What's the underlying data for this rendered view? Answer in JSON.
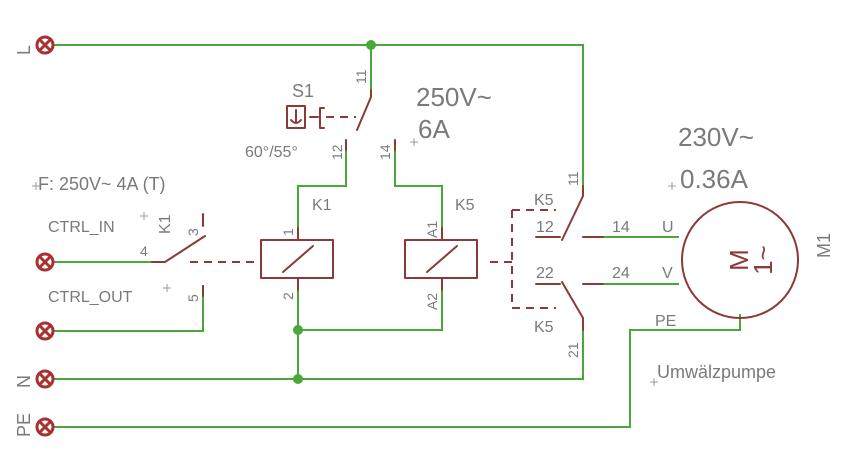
{
  "terminals": {
    "L": "L",
    "N": "N",
    "PE": "PE"
  },
  "labels": {
    "fuse": "F: 250V~ 4A (T)",
    "ctrl_in": "CTRL_IN",
    "ctrl_out": "CTRL_OUT",
    "k1_side": "K1",
    "s1": "S1",
    "thermostat": "60°/55°",
    "k1": "K1",
    "k5": "K5",
    "k5_top": "K5",
    "k5_bottom": "K5",
    "contact_rating_v": "250V~",
    "contact_rating_a": "6A",
    "motor_rating_v": "230V~",
    "motor_rating_a": "0.36A",
    "motor_name": "M1",
    "motor_symbol": "M",
    "motor_phase": "1~",
    "motor_u": "U",
    "motor_v": "V",
    "motor_pe": "PE",
    "pump": "Umwälzpumpe"
  },
  "pins": {
    "k1_in": "4",
    "k1_3": "3",
    "k1_5": "5",
    "s1_11": "11",
    "s1_12": "12",
    "s1_14": "14",
    "k1_coil_1": "1",
    "k1_coil_2": "2",
    "k5_a1": "A1",
    "k5_a2": "A2",
    "k5_11": "11",
    "k5_12": "12",
    "k5_14": "14",
    "k5_22": "22",
    "k5_24": "24",
    "k5_21": "21"
  },
  "colors": {
    "wire": "#4aa83a",
    "component": "#8b3a3a",
    "terminal": "#a83232",
    "text": "#7a7a7a"
  }
}
